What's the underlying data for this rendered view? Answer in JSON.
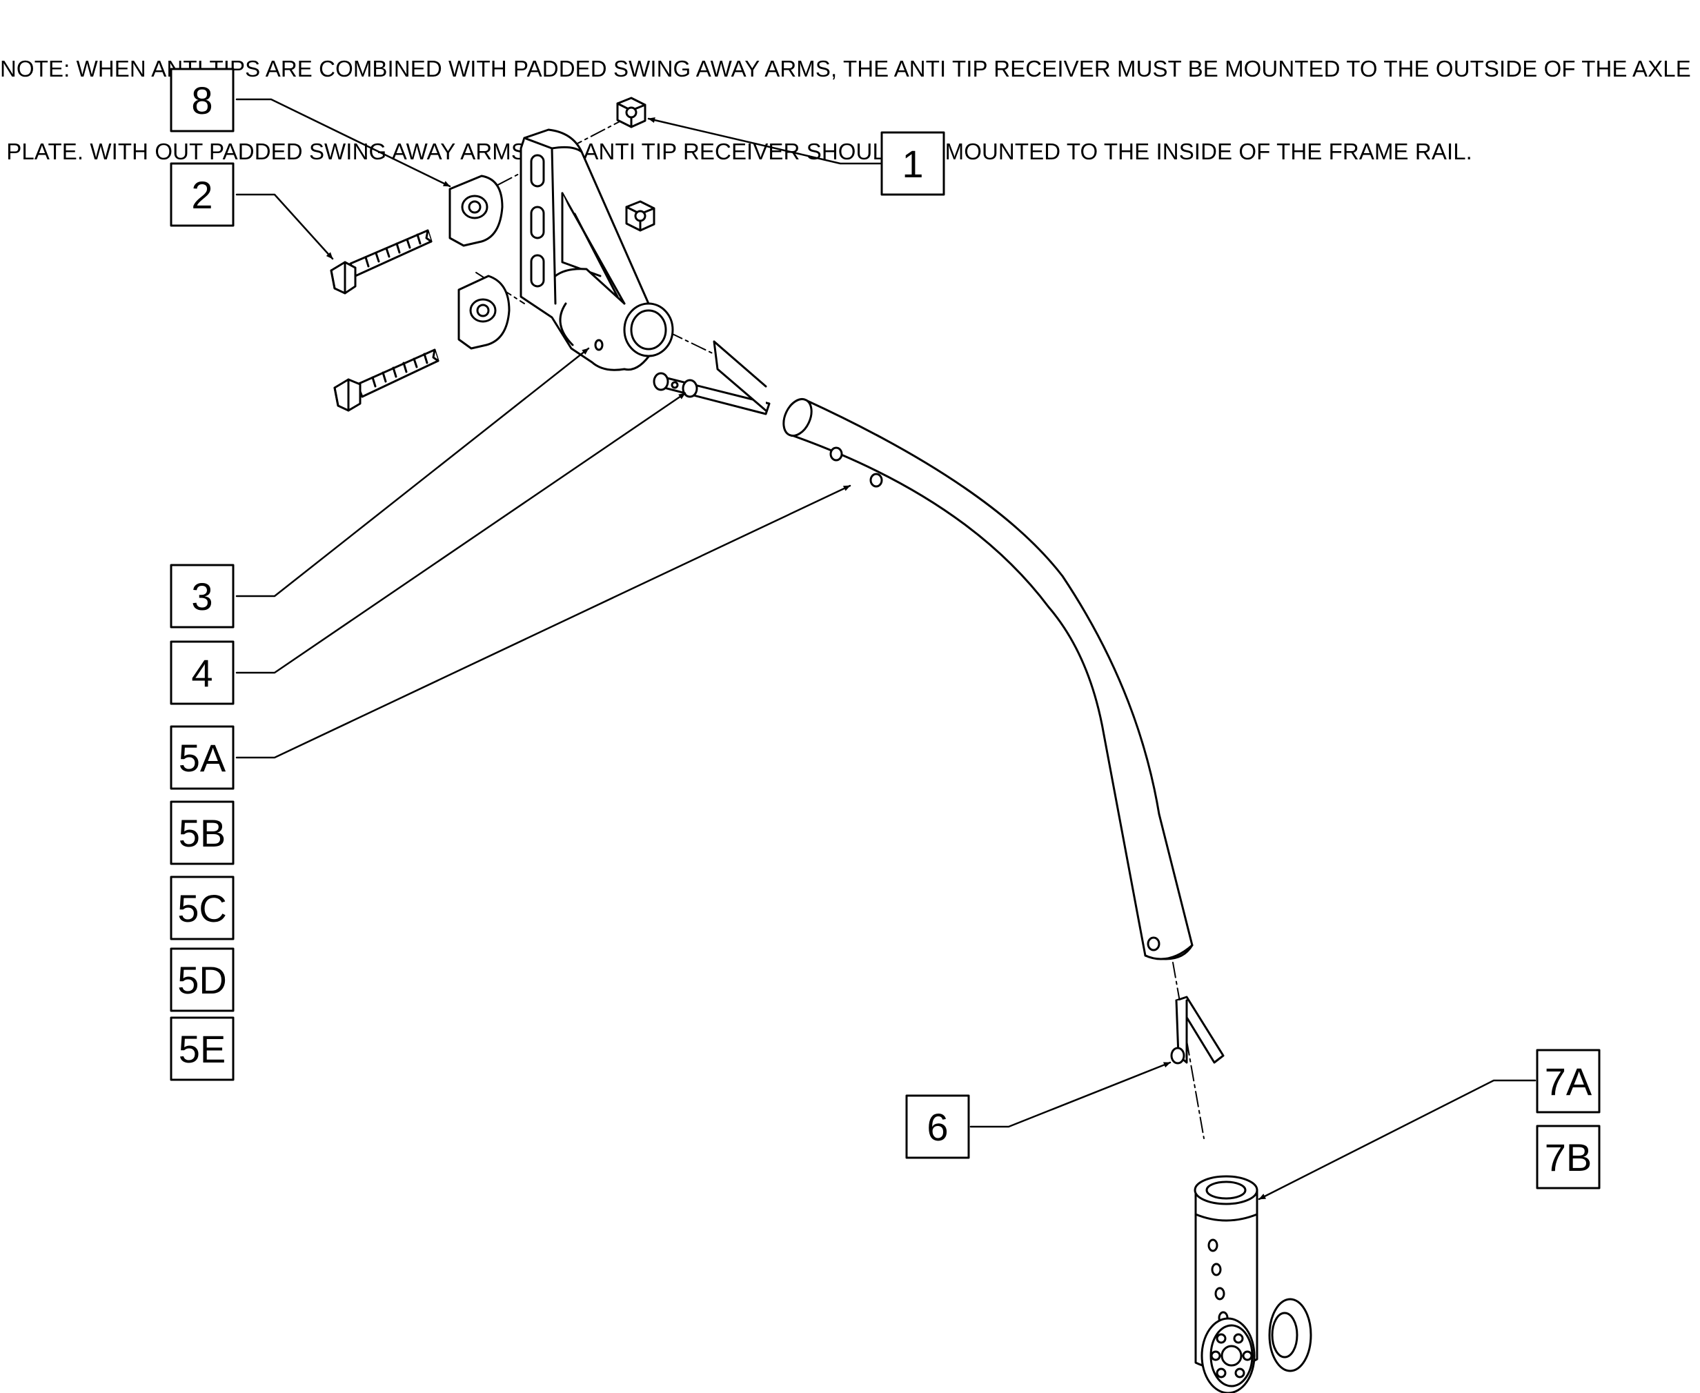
{
  "note": {
    "line1": "NOTE: WHEN ANTI TIPS ARE COMBINED WITH PADDED SWING AWAY ARMS, THE ANTI TIP RECEIVER MUST BE MOUNTED TO THE OUTSIDE OF THE AXLE",
    "line2": " PLATE. WITH OUT PADDED SWING AWAY ARMS THE ANTI TIP RECEIVER SHOULD BE MOUNTED TO THE INSIDE OF THE FRAME RAIL."
  },
  "callouts": {
    "c8": "8",
    "c2": "2",
    "c1": "1",
    "c3": "3",
    "c4": "4",
    "c5a": "5A",
    "c5b": "5B",
    "c5c": "5C",
    "c5d": "5D",
    "c5e": "5E",
    "c6": "6",
    "c7a": "7A",
    "c7b": "7B"
  }
}
